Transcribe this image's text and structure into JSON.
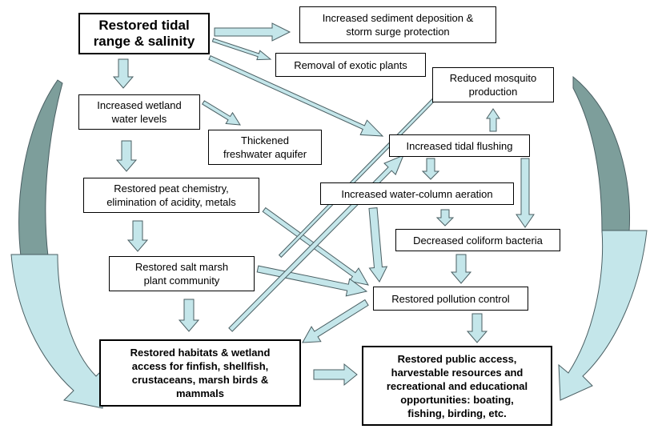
{
  "nodes": {
    "tidal_range": "Restored tidal\nrange & salinity",
    "sediment": "Increased sediment deposition &\nstorm surge protection",
    "exotic": "Removal of exotic plants",
    "mosquito": "Reduced mosquito\nproduction",
    "wetland_levels": "Increased wetland\nwater levels",
    "aquifer": "Thickened\nfreshwater aquifer",
    "tidal_flushing": "Increased tidal flushing",
    "peat": "Restored peat chemistry,\nelimination of acidity, metals",
    "aeration": "Increased water-column aeration",
    "coliform": "Decreased coliform bacteria",
    "salt_marsh": "Restored salt marsh\nplant community",
    "pollution": "Restored pollution control",
    "habitats": "Restored habitats & wetland\naccess for finfish, shellfish,\ncrustaceans, marsh birds &\nmammals",
    "public_access": "Restored public access,\nharvestable resources and\nrecreational and educational\nopportunities: boating,\nfishing, birding, etc."
  },
  "colors": {
    "arrow_fill": "#c4e6ea",
    "arrow_stroke": "#4a5f63",
    "cycle_dark": "#7d9e9b"
  }
}
